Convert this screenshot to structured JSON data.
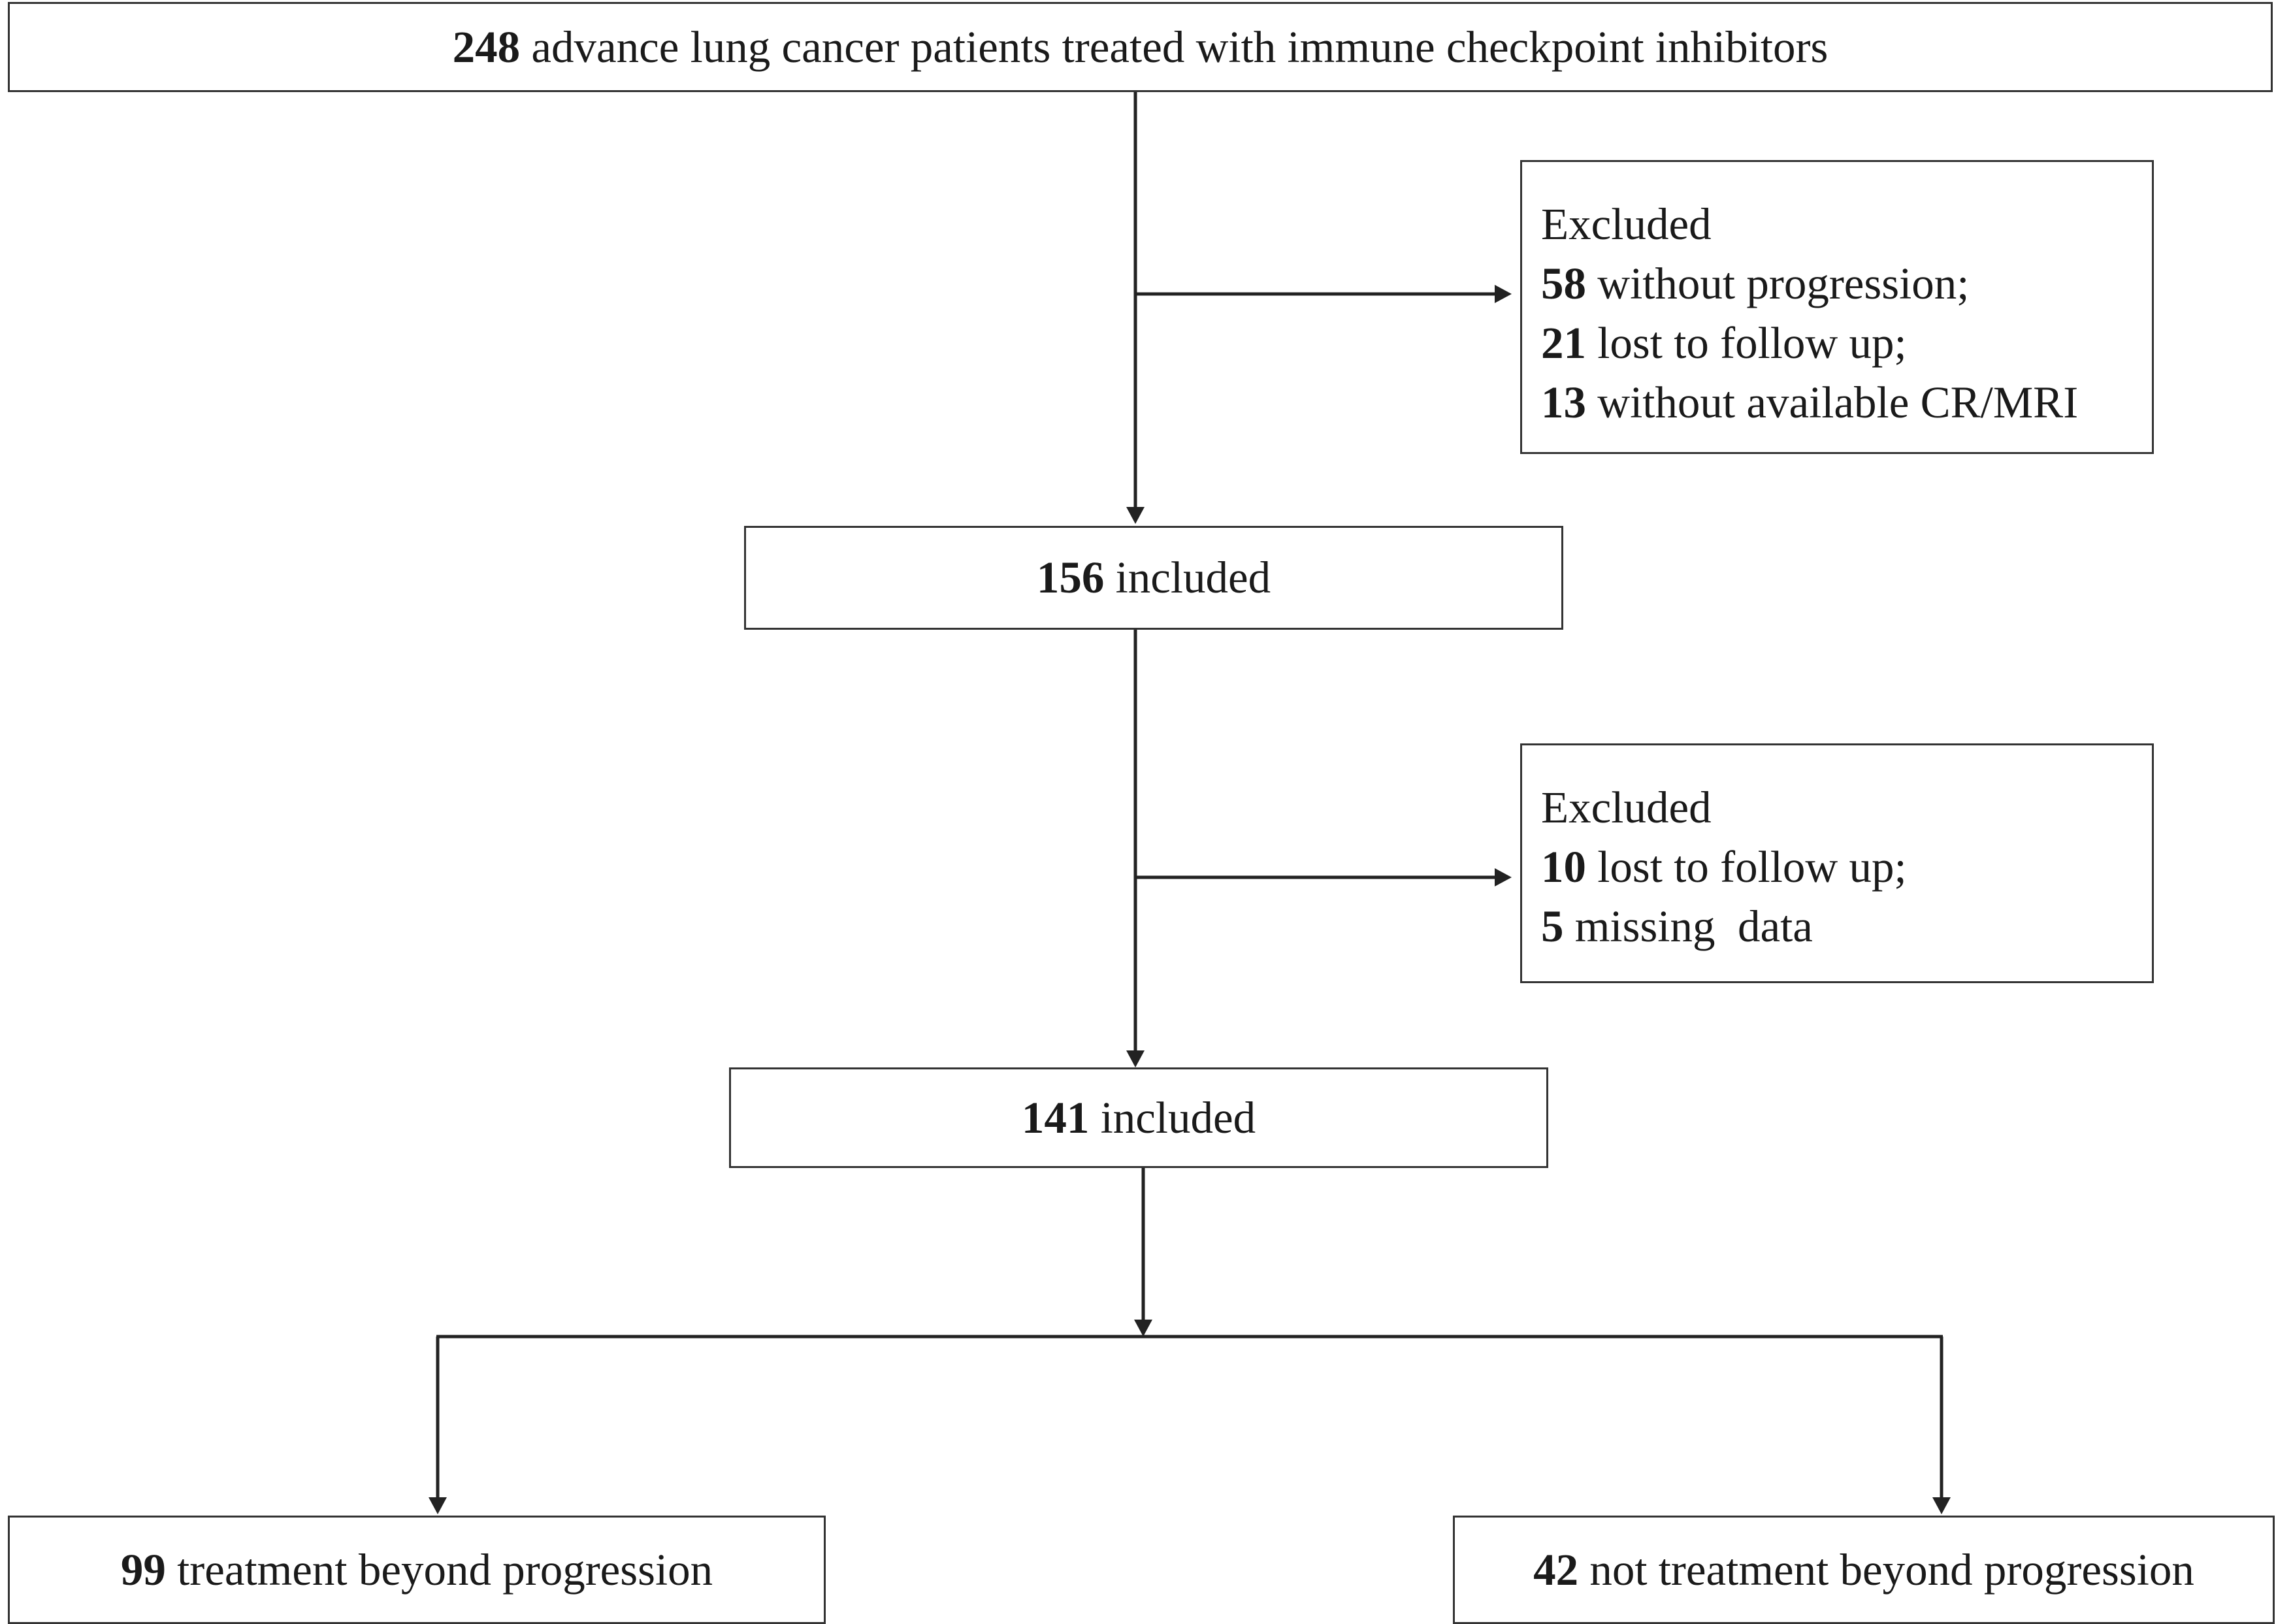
{
  "top_box": {
    "count": "248",
    "text": " advance lung cancer patients treated with immune checkpoint inhibitors"
  },
  "exclusion_1": {
    "heading": "Excluded",
    "items": [
      {
        "count": "58",
        "text": " without progression;"
      },
      {
        "count": "21",
        "text": " lost to follow up;"
      },
      {
        "count": "13",
        "text": " without available CR/MRI"
      }
    ]
  },
  "included_1": {
    "count": "156",
    "text": " included"
  },
  "exclusion_2": {
    "heading": "Excluded",
    "items": [
      {
        "count": "10",
        "text": " lost to follow up;"
      },
      {
        "count": "5",
        "text": " missing  data"
      }
    ]
  },
  "included_2": {
    "count": "141",
    "text": " included"
  },
  "outcome_left": {
    "count": "99",
    "text": " treatment beyond progression"
  },
  "outcome_right": {
    "count": "42",
    "text": " not treatment beyond progression"
  },
  "colors": {
    "line": "#222222",
    "border": "#333333",
    "text": "#1a1a1a",
    "background": "#ffffff"
  }
}
